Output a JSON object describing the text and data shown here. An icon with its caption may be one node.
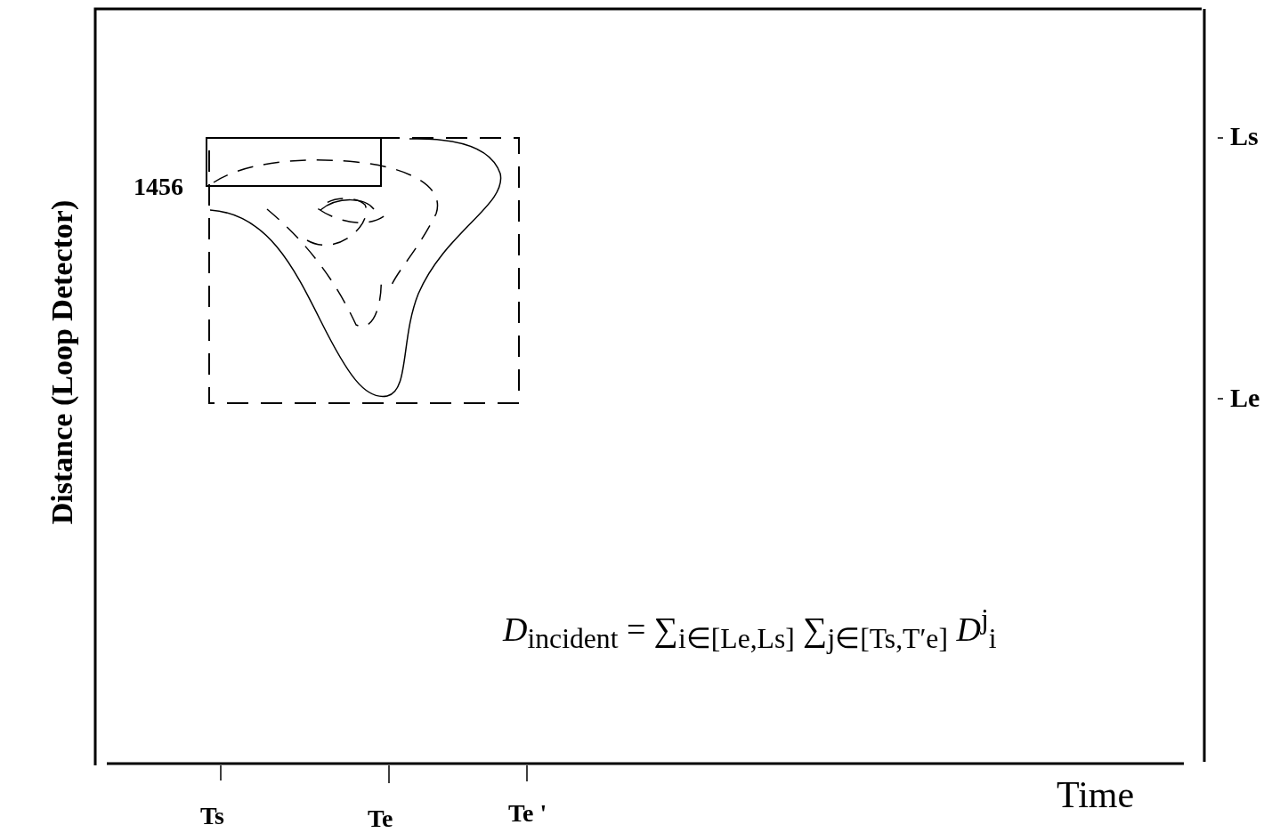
{
  "diagram": {
    "labels": [
      "Distance (Loop Detector)",
      "Ls",
      "1456",
      "Le",
      "*D*$_{incident}$ = ∑$_{i∈[Le,Ls]}$ ∑$_{j∈[Ts,T′e]}$ *D*$^{j}$$_{i}$",
      "Time",
      "Ts",
      "Te",
      "Te '"
    ]
  }
}
